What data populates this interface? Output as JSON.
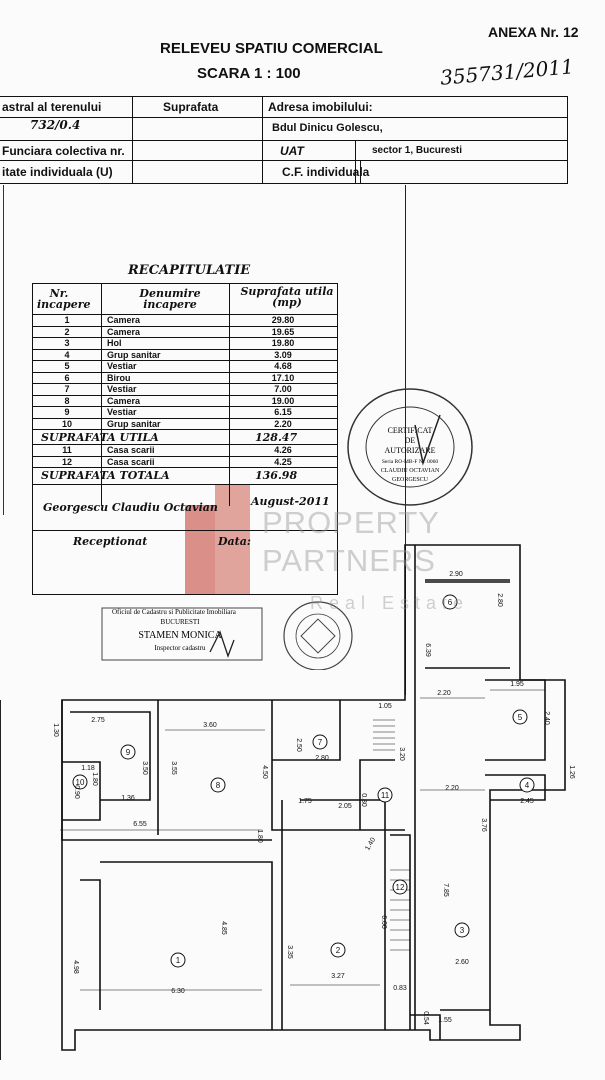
{
  "header": {
    "annex": "ANEXA Nr. 12",
    "title": "RELEVEU SPATIU COMERCIAL",
    "scale": "SCARA 1 : 100",
    "handwritten_number": "355731/2011"
  },
  "info_table": {
    "cadastral_label": "astral al terenului",
    "surface_label": "Suprafata",
    "address_label": "Adresa imobilului:",
    "cadastral_value": "732/0.4",
    "address_value": "Bdul Dinicu Golescu,",
    "collective_label": "Funciara colectiva nr.",
    "uat_label": "UAT",
    "uat_value": "sector 1, Bucuresti",
    "individual_label": "itate individuala (U)",
    "cf_label": "C.F. individuala"
  },
  "recap": {
    "title": "RECAPITULATIE",
    "col_nr": "Nr. incapere",
    "col_name": "Denumire incapere",
    "col_area": "Suprafata utila (mp)",
    "rows": [
      {
        "nr": "1",
        "name": "Camera",
        "area": "29.80"
      },
      {
        "nr": "2",
        "name": "Camera",
        "area": "19.65"
      },
      {
        "nr": "3",
        "name": "Hol",
        "area": "19.80"
      },
      {
        "nr": "4",
        "name": "Grup sanitar",
        "area": "3.09"
      },
      {
        "nr": "5",
        "name": "Vestiar",
        "area": "4.68"
      },
      {
        "nr": "6",
        "name": "Birou",
        "area": "17.10"
      },
      {
        "nr": "7",
        "name": "Vestiar",
        "area": "7.00"
      },
      {
        "nr": "8",
        "name": "Camera",
        "area": "19.00"
      },
      {
        "nr": "9",
        "name": "Vestiar",
        "area": "6.15"
      },
      {
        "nr": "10",
        "name": "Grup sanitar",
        "area": "2.20"
      }
    ],
    "useful_label": "SUPRAFATA UTILA",
    "useful_value": "128.47",
    "extra_rows": [
      {
        "nr": "11",
        "name": "Casa scarii",
        "area": "4.26"
      },
      {
        "nr": "12",
        "name": "Casa scarii",
        "area": "4.25"
      }
    ],
    "total_label": "SUPRAFATA TOTALA",
    "total_value": "136.98",
    "author": "Georgescu Claudiu Octavian",
    "date_value": "August-2011",
    "received_label": "Receptionat",
    "date_label": "Data:"
  },
  "stamps": {
    "cert_line1": "CERTIFICAT",
    "cert_line2": "DE",
    "cert_line3": "AUTORIZARE",
    "cert_line4": "Seria RO-MB-F Nr. 0060",
    "cert_line5": "CLAUDIU OCTAVIAN",
    "cert_line6": "GEORGESCU",
    "office_line1": "Oficiul de Cadastru si Publicitate Imobiliara",
    "office_line2": "BUCURESTI",
    "office_line3": "STAMEN MONICA",
    "office_line4": "Inspector cadastru"
  },
  "watermark": {
    "line1": "PROPERTY",
    "line2": "PARTNERS",
    "line3": "Real Estate",
    "color": "#c0392b"
  },
  "plan": {
    "rooms": [
      "1",
      "2",
      "3",
      "4",
      "5",
      "6",
      "7",
      "8",
      "9",
      "10",
      "11",
      "12"
    ],
    "dims": [
      "2.90",
      "2.80",
      "6.39",
      "2.20",
      "1.95",
      "2.40",
      "1.26",
      "2.45",
      "2.20",
      "3.76",
      "7.85",
      "2.60",
      "1.55",
      "0.54",
      "3.35",
      "3.27",
      "6.00",
      "0.83",
      "1.40",
      "1.75",
      "2.05",
      "0.80",
      "3.20",
      "1.05",
      "2.50",
      "2.80",
      "3.60",
      "4.50",
      "3.55",
      "2.75",
      "1.30",
      "3.50",
      "1.18",
      "1.80",
      "0.90",
      "1.36",
      "6.55",
      "1.80",
      "4.85",
      "4.98",
      "6.30"
    ]
  }
}
